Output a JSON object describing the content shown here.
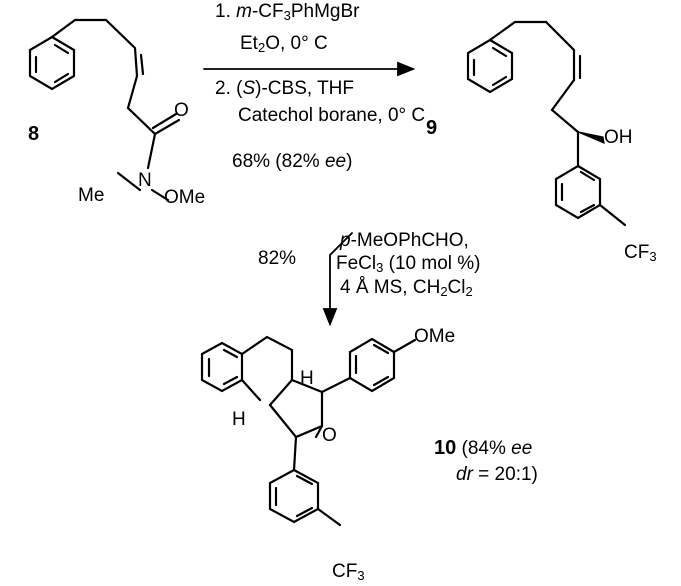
{
  "compounds": {
    "c8": {
      "number": "8",
      "atoms": {
        "o": "O",
        "n": "N",
        "me": "Me",
        "ome": "OMe"
      }
    },
    "c9": {
      "number": "9",
      "atoms": {
        "oh": "OH",
        "cf3_pre": "CF",
        "cf3_sub": "3"
      }
    },
    "c10": {
      "number": "10",
      "ee_text": "(84% ",
      "ee_italic": "ee",
      "dr_italic": "dr",
      "dr_text": " = 20:1)",
      "atoms": {
        "ome": "OMe",
        "h1": "H",
        "h2": "H",
        "o": "O",
        "cf3_pre": "CF",
        "cf3_sub": "3"
      }
    }
  },
  "step1": {
    "line1_prefix": "1. ",
    "line1_italic": "m",
    "line1_a": "-CF",
    "line1_sub": "3",
    "line1_b": "PhMgBr",
    "line2_a": "Et",
    "line2_sub": "2",
    "line2_b": "O, 0° C",
    "line3_prefix": "2. (",
    "line3_italic": "S",
    "line3_rest": ")-CBS, THF",
    "line4": "Catechol borane, 0° C",
    "yield_text": "68% (82% ",
    "yield_italic": "ee",
    "yield_close": ")"
  },
  "step2": {
    "yield": "82%",
    "line1_italic": "p",
    "line1_rest": "-MeOPhCHO,",
    "line2_a": "FeCl",
    "line2_sub": "3",
    "line2_b": " (10 mol %)",
    "line3_a": "4 Å MS, CH",
    "line3_sub1": "2",
    "line3_b": "Cl",
    "line3_sub2": "2"
  }
}
